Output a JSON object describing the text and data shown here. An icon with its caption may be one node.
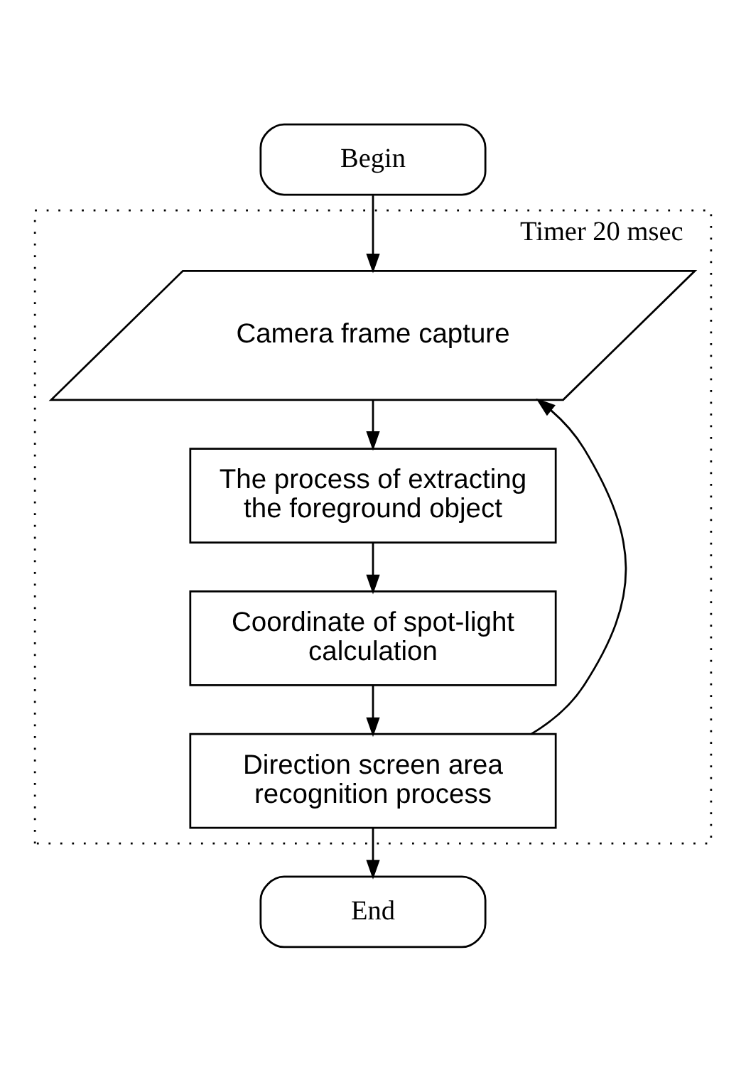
{
  "diagram": {
    "nodes": [
      {
        "text": [
          "Begin"
        ]
      },
      {
        "text": [
          "Timer 20 msec"
        ]
      },
      {
        "text": [
          "Camera frame capture"
        ],
        "in": 1
      },
      {
        "text": [
          "The process of extracting the foreground object"
        ],
        "in": 1
      },
      {
        "text": [
          "Coordinate of spot-light calculation"
        ],
        "in": 1
      },
      {
        "text": [
          "Direction screen area recognition process"
        ],
        "in": 1
      },
      {
        "text": [
          "End"
        ]
      }
    ],
    "edges": [
      {
        "from": 0,
        "to": 2,
        "arrow": "to"
      },
      {
        "from": 2,
        "to": 3,
        "arrow": "to"
      },
      {
        "from": 3,
        "to": 4,
        "arrow": "to"
      },
      {
        "from": 4,
        "to": 5,
        "arrow": "to"
      },
      {
        "from": 5,
        "to": 2,
        "arrow": "to"
      },
      {
        "from": 5,
        "to": 6,
        "arrow": "to"
      }
    ]
  }
}
